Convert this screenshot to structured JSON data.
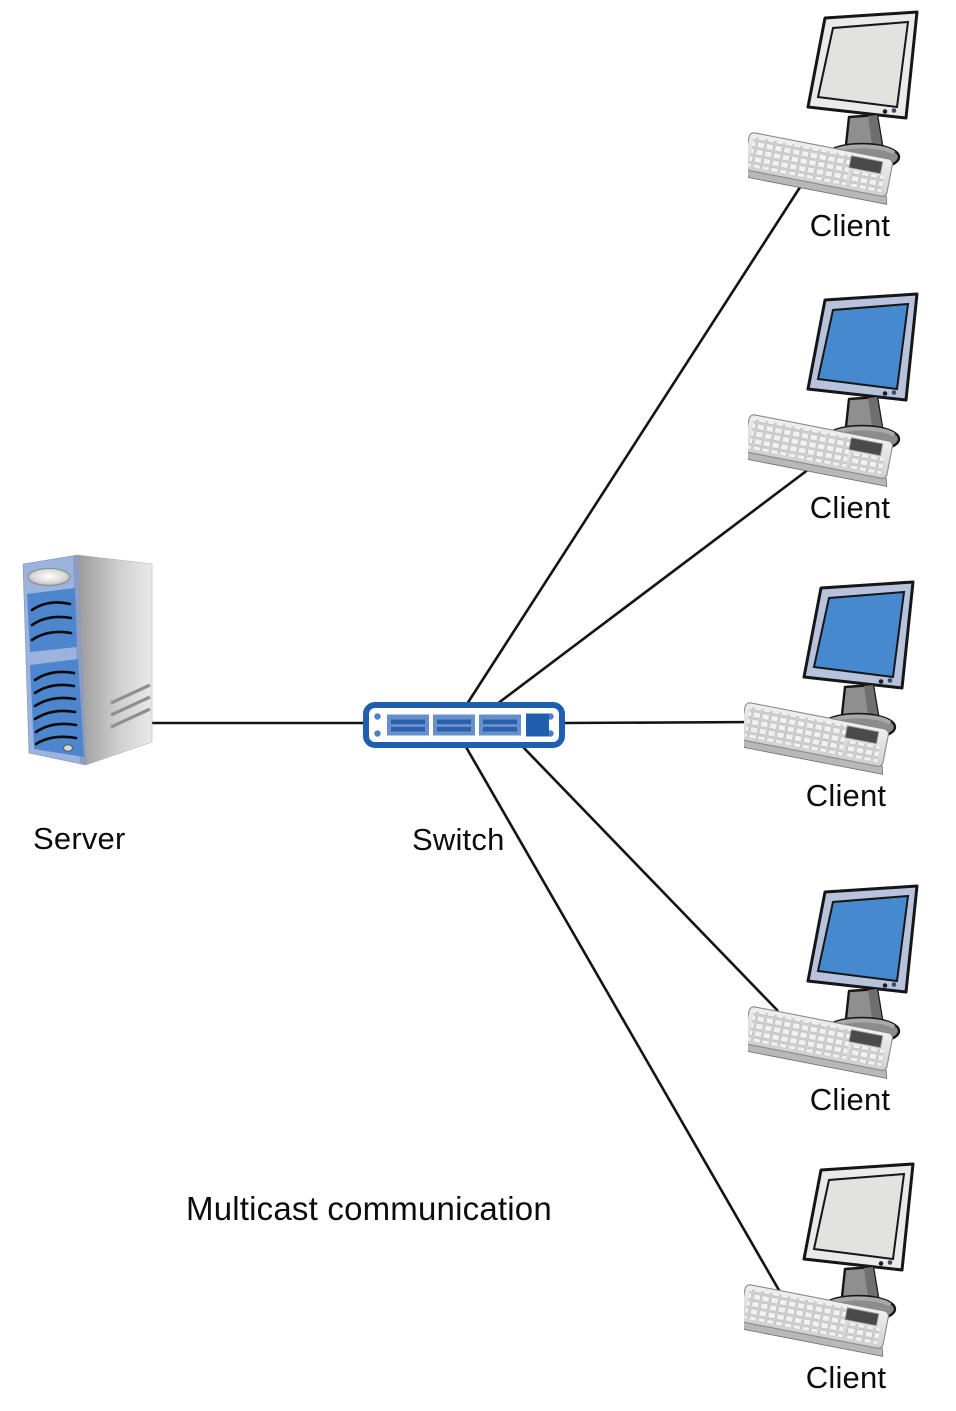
{
  "caption": "Multicast communication",
  "nodes": {
    "server": {
      "label": "Server",
      "type": "server-tower"
    },
    "switch": {
      "label": "Switch",
      "type": "network-switch"
    },
    "clients": [
      {
        "label": "Client",
        "screen": "gray"
      },
      {
        "label": "Client",
        "screen": "blue"
      },
      {
        "label": "Client",
        "screen": "blue"
      },
      {
        "label": "Client",
        "screen": "blue"
      },
      {
        "label": "Client",
        "screen": "gray"
      }
    ]
  },
  "edges": [
    {
      "from": "Server",
      "to": "Switch"
    },
    {
      "from": "Switch",
      "to": "Client 1"
    },
    {
      "from": "Switch",
      "to": "Client 2"
    },
    {
      "from": "Switch",
      "to": "Client 3"
    },
    {
      "from": "Switch",
      "to": "Client 4"
    },
    {
      "from": "Switch",
      "to": "Client 5"
    }
  ],
  "colors": {
    "line": "#141414",
    "highlight_screen": "#4689ce",
    "idle_screen": "#e2e2e1",
    "highlight_bezel": "#b7c2dd",
    "idle_bezel": "#eaeaea",
    "switch_accent": "#1f5fad",
    "switch_panel": "#6790cb",
    "switch_stripe": "#2b5fac",
    "server_front": "#9cb3de",
    "server_vent_panel": "#4e86cd"
  }
}
